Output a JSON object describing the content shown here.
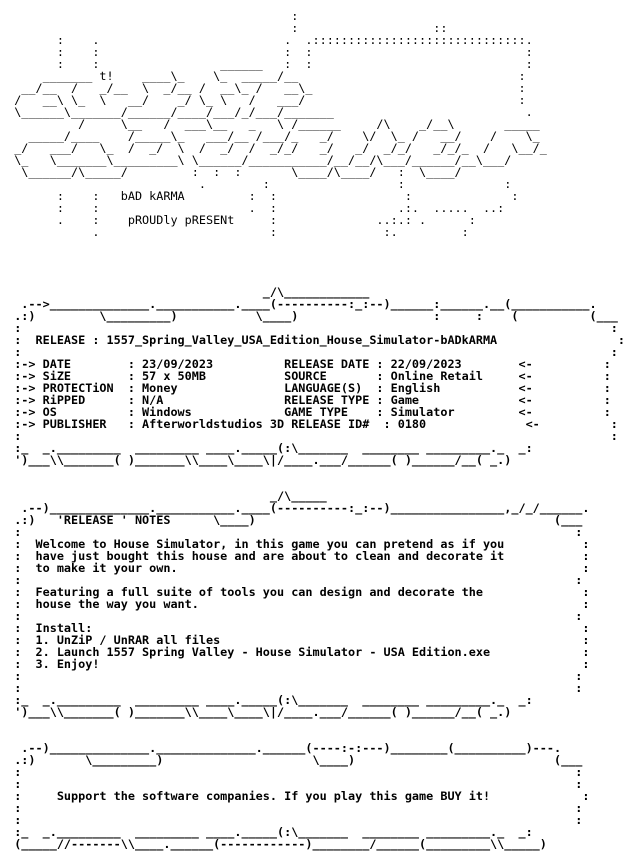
{
  "logo": {
    "lines": [
      "                                         :",
      "                                         :                   ::",
      "        :    .                          .  .::::::::::::::::::::::::::::::.",
      "        :    :                          :  :                              :",
      "        :    :                 ______   :  :                              :",
      "      _______ t!    ____\\_    \\_  _____/__                               :",
      "   __/__  /   _/__  \\  _/__ /  __\\_ /   __\\_                             :",
      "  /   __\\ \\_  \\   __/    _/ \\_ \\   /   ___/                              :",
      "  \\______\\_______/______/____/___/_/___/_______                           .",
      "           /     \\__   /  ___\\__   _   \\ /______     /\\    _/__\\       _____",
      "    _____/____    /_____\\_   ___/__ /___/_   _/    \\/  \\_ /   __/    /    \\_",
      "  _/   ___/   \\_  /  _/  \\  /  _/  /  _/_/   _/   _/  _/_/   _/_/_  /   \\__/_",
      "  \\_   \\_______\\_________\\ \\______/___________/__/__/\\___/______/__\\___/",
      "   \\______/\\_____/         :  :  :       \\____/\\____/   :  \\____/",
      "                            .        :                  :              :",
      "        :    :   bAD kARMA         :  :                  :              :",
      "        :    :                     .  :                 .:.  .....  ..:",
      "        .    :    pROUDly pRESENt     :              ..:.: .      :",
      "             .                        :               :.         :"
    ]
  },
  "nfo": {
    "lines": [
      "                                     _/\\____________",
      "   .-->______________.___________.____(----------:_:--)______:______.__(___________.",
      "  .:)         \\_________)           \\____)                   :     :    (          (___",
      "  :                                                                                   :",
      "  :  RELEASE : 1557_Spring_Valley_USA_Edition_House_Simulator-bADkARMA                 :",
      "  :                                                                                   :",
      "  :-> DATE        : 23/09/2023          RELEASE DATE : 22/09/2023        <-          :",
      "  :-> SiZE        : 57 x 50MB           SOURCE       : Online Retail     <-          :",
      "  :-> PROTECTiON  : Money               LANGUAGE(S)  : English           <-          :",
      "  :-> RiPPED      : N/A                 RELEASE TYPE : Game              <-          :",
      "  :-> OS          : Windows             GAME TYPE    : Simulator         <-          :",
      "  :-> PUBLISHER   : Afterworldstudios 3D RELEASE ID#  : 0180              <-          :",
      "  :                                                                                   :",
      "  :_  _._________  _________ ____._____(:\\_______  ________ _________._  _:",
      "  ')___\\\\_______( )_______\\\\____\\____\\|/____.___/______( )______/__( _.)",
      "",
      "",
      "                                      _/\\_____",
      "   .--)______________.___________.____(----------:_:--)________________,_/_/______.",
      "  .:)   'RELEASE ' NOTES      \\____)                                          (___",
      "  :                                                                              :",
      "  :  Welcome to House Simulator, in this game you can pretend as if you           :",
      "  :  have just bought this house and are about to clean and decorate it           :",
      "  :  to make it your own.                                                         :",
      "  :                                                                              :",
      "  :  Featuring a full suite of tools you can design and decorate the              :",
      "  :  house the way you want.                                                      :",
      "  :                                                                              :",
      "  :  Install:                                                                     :",
      "  :  1. UnZiP / UnRAR all files                                                   :",
      "  :  2. Launch 1557 Spring Valley - House Simulator - USA Edition.exe             :",
      "  :  3. Enjoy!                                                                    :",
      "  :                                                                              :",
      "  :                                                                              :",
      "  :_  _._________  _________ ____._____(:\\_______  ________ _________._  _:",
      "  ')___\\\\_______( )_______\\\\____\\____\\|/____.___/______( )______/__( _.)",
      "",
      "",
      "   .--)______________.______________.______(----:-:---)________(__________)---.",
      "  .:)       \\_________)                     \\____)                            (___",
      "  :                                                                              :",
      "  :                                                                              :",
      "  :     Support the software companies. If you play this game BUY it!             :",
      "  :                                                                              :",
      "  :                                                                              :",
      "  :_  _._________  _________ ____._____(:\\_______  ________ _________._  _:",
      "  (_____//-------\\\\____.______(------------)________/______(_________\\\\_____)"
    ]
  }
}
